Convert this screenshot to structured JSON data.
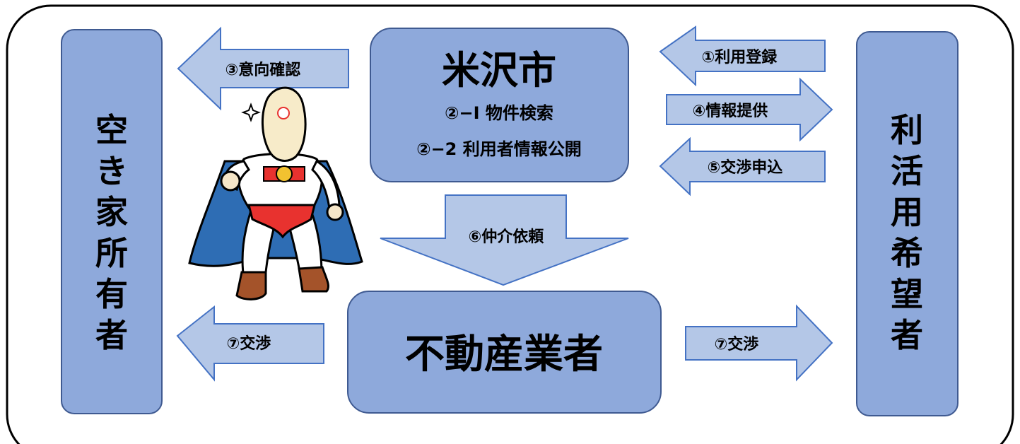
{
  "colors": {
    "box_fill": "#8EA9DB",
    "box_stroke": "#3F5A91",
    "arrow_fill": "#B4C7E7",
    "arrow_stroke": "#4472C4",
    "frame_stroke": "#000000",
    "text": "#000000"
  },
  "nodes": {
    "owner": {
      "label": "空き家所有者"
    },
    "city": {
      "title": "米沢市",
      "line1": "②−Ⅰ 物件検索",
      "line2": "②−2 利用者情報公開"
    },
    "agent": {
      "label": "不動産業者"
    },
    "user": {
      "label": "利活用希望者"
    }
  },
  "arrows": {
    "intent_check": "③意向確認",
    "usage_registration": "①利用登録",
    "info_provision": "④情報提供",
    "negotiation_application": "⑤交渉申込",
    "brokerage_request": "⑥仲介依頼",
    "negotiation_owner": "⑦交渉",
    "negotiation_user": "⑦交渉"
  },
  "mascot": {
    "icon": "superhero-rice-mascot-illustration"
  }
}
